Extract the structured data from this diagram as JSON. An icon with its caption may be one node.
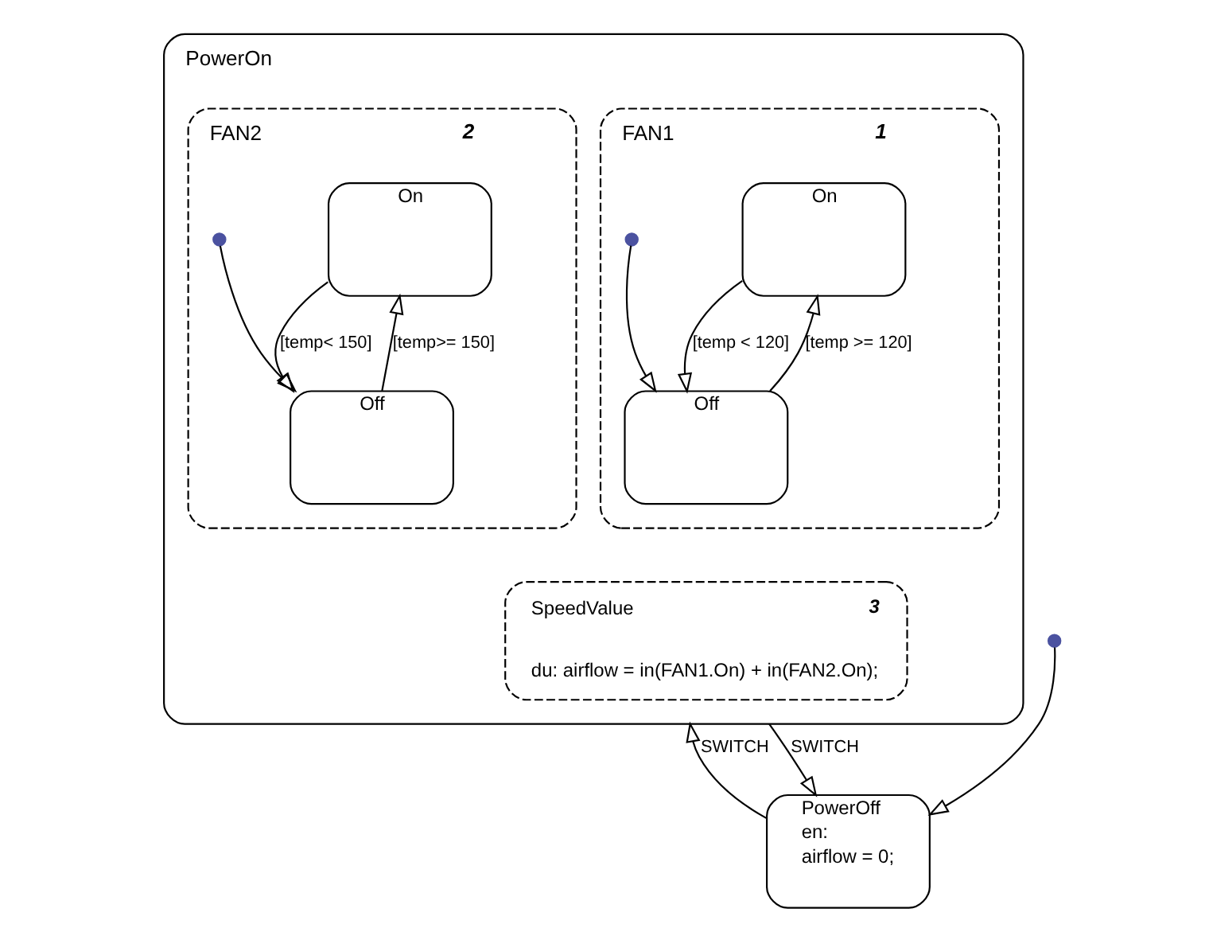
{
  "diagram": {
    "nodes": [
      {
        "text": [
          "PowerOn"
        ]
      },
      {
        "text": [
          "FAN1",
          "1"
        ],
        "in": 0
      },
      {
        "text": [
          "On"
        ],
        "in": 1
      },
      {
        "text": [
          "Off"
        ],
        "in": 1
      },
      {
        "text": [],
        "shape": "circle",
        "in": 1
      },
      {
        "text": [
          "FAN2",
          "2"
        ],
        "in": 0
      },
      {
        "text": [
          "On"
        ],
        "in": 5
      },
      {
        "text": [
          "Off"
        ],
        "in": 5
      },
      {
        "text": [],
        "shape": "circle",
        "in": 5
      },
      {
        "text": [
          "SpeedValue",
          "3",
          "du: airflow = in(FAN1.On) + in(FAN2.On);"
        ],
        "in": 0
      },
      {
        "text": [
          "PowerOff",
          "en:",
          "airflow = 0;"
        ]
      },
      {
        "text": [],
        "shape": "circle"
      }
    ],
    "edges": [
      {
        "from": 2,
        "to": 3,
        "arrow": "to",
        "label": "[temp < 120]"
      },
      {
        "from": 3,
        "to": 2,
        "arrow": "to",
        "label": "[temp >= 120]"
      },
      {
        "from": 4,
        "to": 3,
        "arrow": "to"
      },
      {
        "from": 6,
        "to": 7,
        "arrow": "to",
        "label": "[temp< 150]"
      },
      {
        "from": 7,
        "to": 6,
        "arrow": "to",
        "label": "[temp>= 150]"
      },
      {
        "from": 8,
        "to": 7,
        "arrow": "to"
      },
      {
        "from": 10,
        "to": 0,
        "arrow": "to",
        "label": "SWITCH"
      },
      {
        "from": 0,
        "to": 10,
        "arrow": "to",
        "label": "SWITCH"
      },
      {
        "from": 11,
        "to": 10,
        "arrow": "to"
      }
    ]
  }
}
